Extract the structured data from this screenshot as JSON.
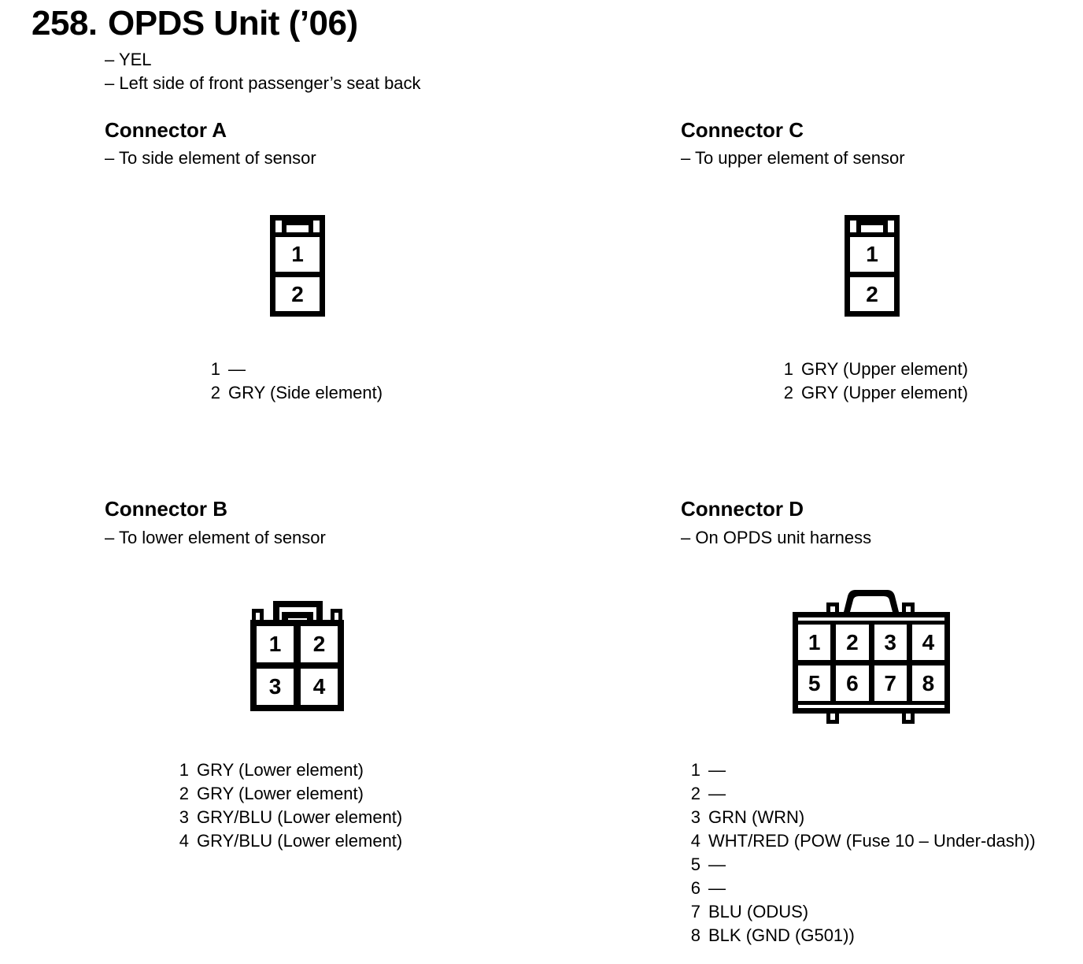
{
  "colors": {
    "ink": "#000000",
    "paper": "#ffffff"
  },
  "page": {
    "number": "258.",
    "title": "OPDS Unit (’06)",
    "notes": [
      "– YEL",
      "– Left side of front passenger’s seat back"
    ]
  },
  "connectors": {
    "A": {
      "heading": "Connector A",
      "subtitle": "– To side element of sensor",
      "cells": [
        "1",
        "2"
      ],
      "pins": [
        {
          "num": "1",
          "label": "—"
        },
        {
          "num": "2",
          "label": "GRY (Side element)"
        }
      ]
    },
    "C": {
      "heading": "Connector C",
      "subtitle": "– To upper element of sensor",
      "cells": [
        "1",
        "2"
      ],
      "pins": [
        {
          "num": "1",
          "label": "GRY (Upper element)"
        },
        {
          "num": "2",
          "label": "GRY (Upper element)"
        }
      ]
    },
    "B": {
      "heading": "Connector B",
      "subtitle": "– To lower element of sensor",
      "cells": [
        "1",
        "2",
        "3",
        "4"
      ],
      "pins": [
        {
          "num": "1",
          "label": "GRY (Lower element)"
        },
        {
          "num": "2",
          "label": "GRY (Lower element)"
        },
        {
          "num": "3",
          "label": "GRY/BLU (Lower element)"
        },
        {
          "num": "4",
          "label": "GRY/BLU (Lower element)"
        }
      ]
    },
    "D": {
      "heading": "Connector D",
      "subtitle": "– On OPDS unit harness",
      "cells": [
        "1",
        "2",
        "3",
        "4",
        "5",
        "6",
        "7",
        "8"
      ],
      "pins": [
        {
          "num": "1",
          "label": "—"
        },
        {
          "num": "2",
          "label": "—"
        },
        {
          "num": "3",
          "label": "GRN (WRN)"
        },
        {
          "num": "4",
          "label": "WHT/RED (POW (Fuse 10 – Under-dash))"
        },
        {
          "num": "5",
          "label": "—"
        },
        {
          "num": "6",
          "label": "—"
        },
        {
          "num": "7",
          "label": "BLU (ODUS)"
        },
        {
          "num": "8",
          "label": "BLK (GND (G501))"
        }
      ]
    }
  }
}
